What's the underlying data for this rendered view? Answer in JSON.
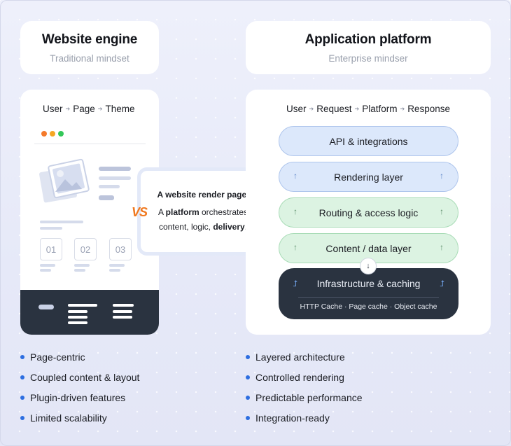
{
  "left": {
    "title": "Website engine",
    "subtitle": "Traditional mindset",
    "flow": [
      "User",
      "Page",
      "Theme"
    ],
    "boxes": [
      "01",
      "02",
      "03"
    ],
    "window_dot_colors": [
      "#f47a2b",
      "#f5a623",
      "#34c759"
    ],
    "bullets": [
      "Page-centric",
      "Coupled content & layout",
      "Plugin-driven features",
      "Limited scalability"
    ]
  },
  "right": {
    "title": "Application platform",
    "subtitle": "Enterprise mindser",
    "flow": [
      "User",
      "Request",
      "Platform",
      "Response"
    ],
    "layers": [
      {
        "label": "API & integrations",
        "style": "blue",
        "arrows": false
      },
      {
        "label": "Rendering layer",
        "style": "blue",
        "arrows": true
      },
      {
        "label": "Routing & access logic",
        "style": "green",
        "arrows": true
      },
      {
        "label": "Content / data layer",
        "style": "green",
        "arrows": true
      }
    ],
    "infra": {
      "label": "Infrastructure & caching",
      "sub": "HTTP Cache · Page cache · Object cache"
    },
    "bullets": [
      "Layered architecture",
      "Controlled rendering",
      "Predictable performance",
      "Integration-ready"
    ]
  },
  "vs": {
    "badge": "VS",
    "heading": "A website render page.",
    "line1_pre": "A ",
    "line1_bold": "platform",
    "line1_post": " orchestrates",
    "line2_pre": "content, logic, ",
    "line2_bold": "delivery",
    "line2_post": "."
  },
  "icons": {
    "flow_arrow": "arrow-right-icon",
    "layer_arrow": "arrow-up-icon",
    "down": "arrow-down-icon",
    "image": "image-icon"
  },
  "colors": {
    "accent_blue": "#2d6ee0",
    "vs_orange": "#f0781e",
    "dark_panel": "#2a3340",
    "layer_blue": "#dce8fb",
    "layer_green": "#dcf3e2"
  }
}
